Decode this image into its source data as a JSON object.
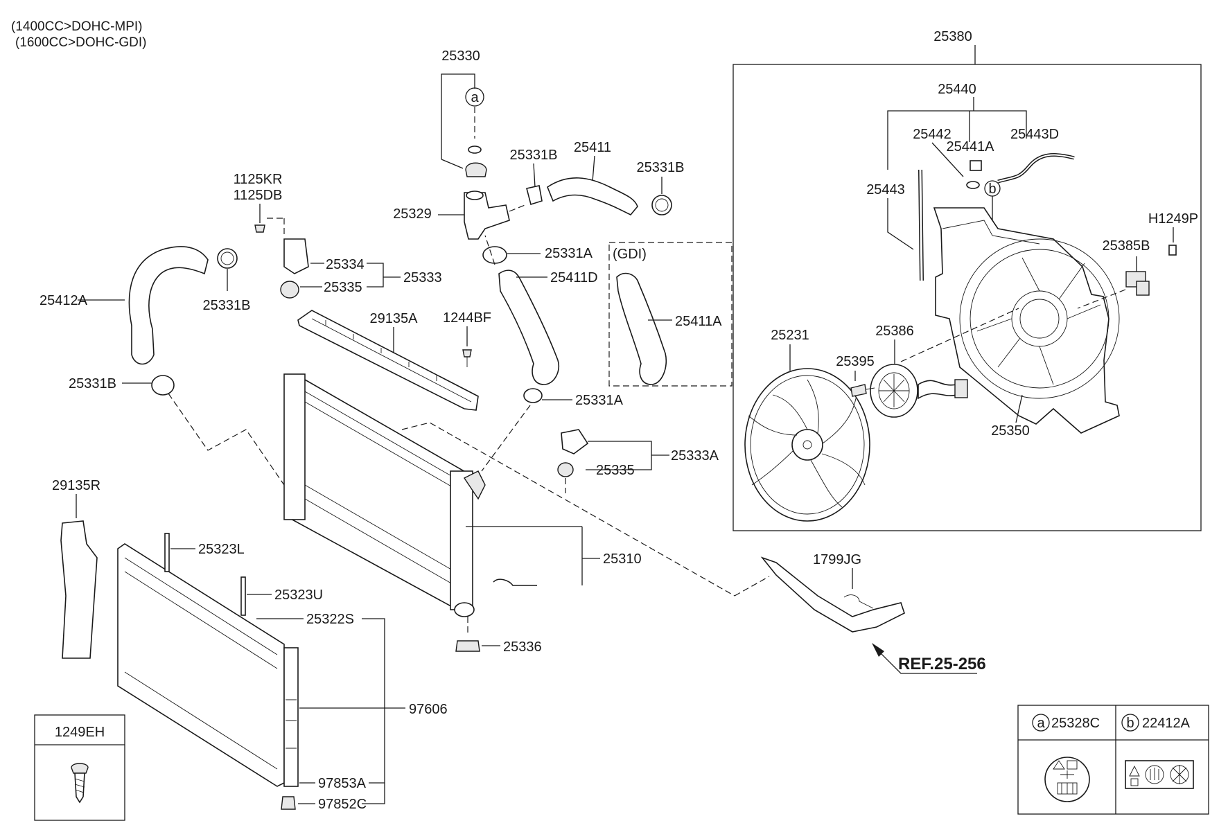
{
  "engine_notes": [
    "(1400CC>DOHC-MPI)",
    "(1600CC>DOHC-GDI)"
  ],
  "gdi_note": "(GDI)",
  "ref_label": "REF.25-256",
  "parts": {
    "p25380": "25380",
    "p25440": "25440",
    "p25442": "25442",
    "p25441A": "25441A",
    "p25443D": "25443D",
    "p25443": "25443",
    "pH1249P": "H1249P",
    "p25385B": "25385B",
    "p25231": "25231",
    "p25386": "25386",
    "p25395": "25395",
    "p25350": "25350",
    "p25330": "25330",
    "p25331B_top": "25331B",
    "p25411": "25411",
    "p25331B_right": "25331B",
    "p25329": "25329",
    "p25331A_top": "25331A",
    "p25411D": "25411D",
    "p25411A": "25411A",
    "p1125KR": "1125KR",
    "p1125DB": "1125DB",
    "p25334": "25334",
    "p25333": "25333",
    "p25335_top": "25335",
    "p25412A": "25412A",
    "p25331B_left": "25331B",
    "p29135A": "29135A",
    "p1244BF": "1244BF",
    "p25331B_lower": "25331B",
    "p25331A_mid": "25331A",
    "p25333A": "25333A",
    "p25335_mid": "25335",
    "p29135R": "29135R",
    "p25323L": "25323L",
    "p25323U": "25323U",
    "p25322S": "25322S",
    "p25310": "25310",
    "p25336": "25336",
    "p97606": "97606",
    "p97853A": "97853A",
    "p97852C": "97852C",
    "p1799JG": "1799JG"
  },
  "inset_bolt": {
    "label": "1249EH"
  },
  "legend": [
    {
      "marker": "a",
      "part": "25328C"
    },
    {
      "marker": "b",
      "part": "22412A"
    }
  ],
  "callout_markers": {
    "a": "a",
    "b": "b"
  },
  "icons": [
    "bolt-icon",
    "warning-label-icon",
    "caution-label-icon"
  ]
}
